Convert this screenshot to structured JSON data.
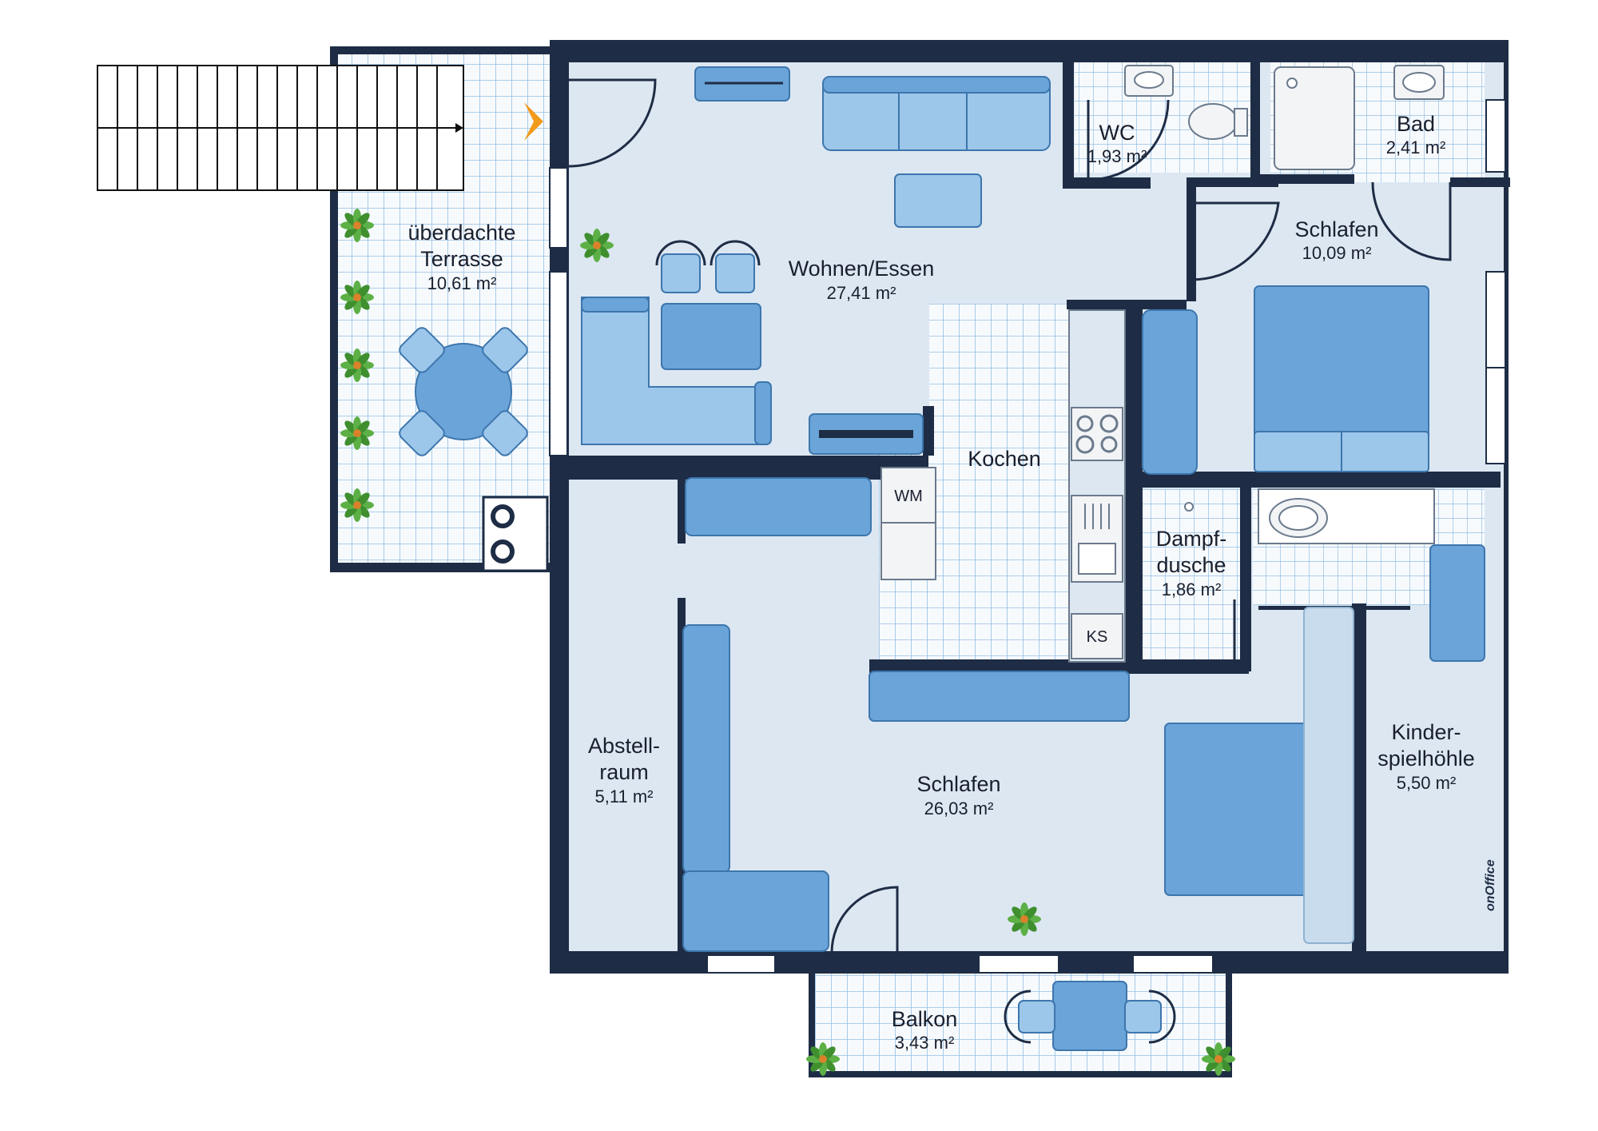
{
  "plan": {
    "brand_logo": "onOffice",
    "colors": {
      "wall": "#1e2d45",
      "floor": "#dde7f2",
      "tile_floor": "#f4f8fc",
      "furniture": "#6aa4d8",
      "plant": "#3f8f2f",
      "entrance_marker": "#f29a1b"
    },
    "rooms": [
      {
        "id": "terrace",
        "name_lines": [
          "überdachte",
          "Terrasse"
        ],
        "area": "10,61 m²"
      },
      {
        "id": "living",
        "name_lines": [
          "Wohnen/Essen"
        ],
        "area": "27,41 m²"
      },
      {
        "id": "wc",
        "name_lines": [
          "WC"
        ],
        "area": "1,93 m²"
      },
      {
        "id": "bath",
        "name_lines": [
          "Bad"
        ],
        "area": "2,41 m²"
      },
      {
        "id": "bedroom_small",
        "name_lines": [
          "Schlafen"
        ],
        "area": "10,09 m²"
      },
      {
        "id": "kitchen",
        "name_lines": [
          "Kochen"
        ],
        "area": ""
      },
      {
        "id": "steam_shower",
        "name_lines": [
          "Dampf-",
          "dusche"
        ],
        "area": "1,86 m²"
      },
      {
        "id": "storage",
        "name_lines": [
          "Abstell-",
          "raum"
        ],
        "area": "5,11 m²"
      },
      {
        "id": "bedroom_large",
        "name_lines": [
          "Schlafen"
        ],
        "area": "26,03 m²"
      },
      {
        "id": "kids_room",
        "name_lines": [
          "Kinder-",
          "spielhöhle"
        ],
        "area": "5,50 m²"
      },
      {
        "id": "balcony",
        "name_lines": [
          "Balkon"
        ],
        "area": "3,43 m²"
      }
    ],
    "appliances": {
      "washing_machine": "WM",
      "fridge": "KS"
    },
    "icons": [
      "stairs-icon",
      "entrance-arrow-icon",
      "plant-icon",
      "sink-icon",
      "toilet-icon",
      "shower-icon",
      "stove-icon",
      "oven-icon",
      "bed-icon",
      "sofa-icon",
      "table-icon",
      "chair-icon",
      "door-icon",
      "window-icon"
    ]
  }
}
